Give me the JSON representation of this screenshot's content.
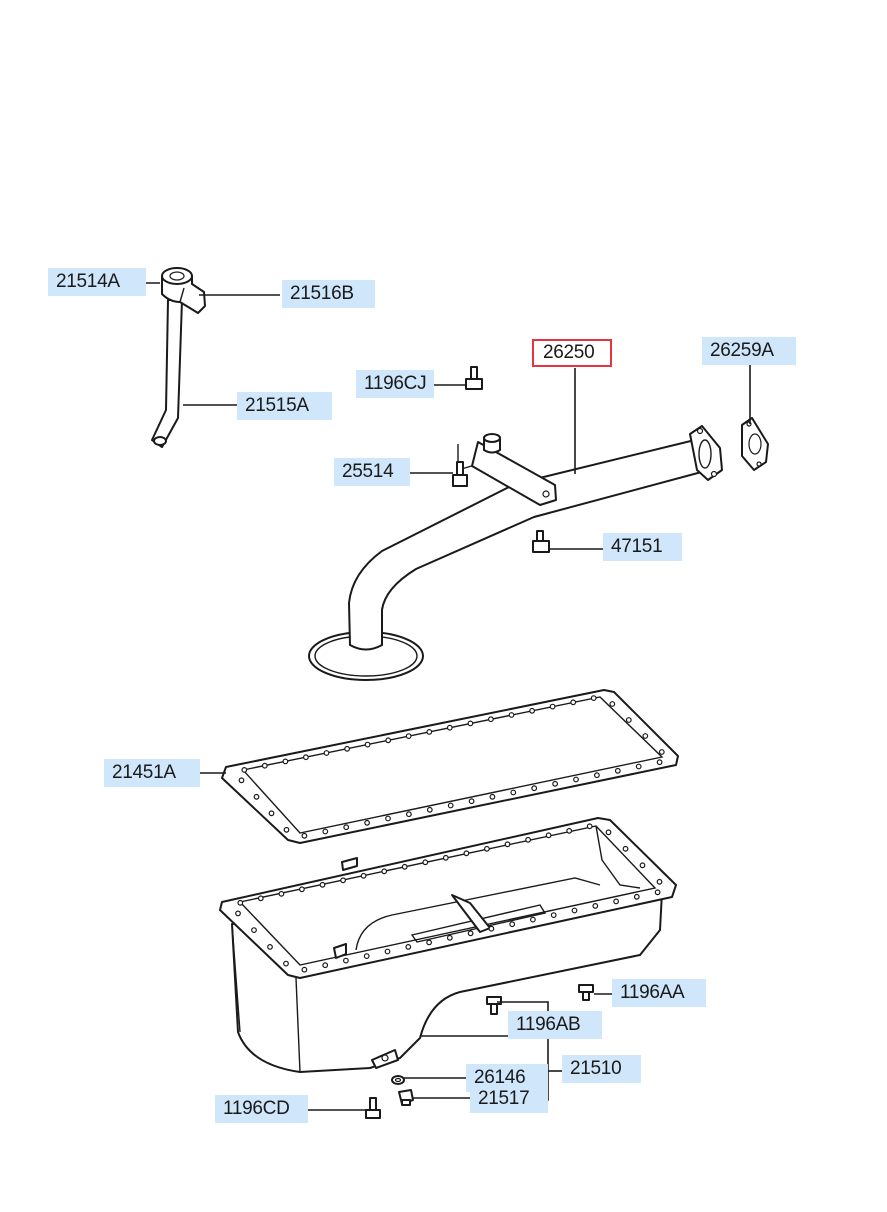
{
  "parts": {
    "p21514A": "21514A",
    "p21516B": "21516B",
    "p21515A": "21515A",
    "p26250": "26250",
    "p26259A": "26259A",
    "p1196CJ": "1196CJ",
    "p25514": "25514",
    "p47151": "47151",
    "p21451A": "21451A",
    "p1196AA": "1196AA",
    "p1196AB": "1196AB",
    "p21510": "21510",
    "p26146": "26146",
    "p21517": "21517",
    "p1196CD": "1196CD"
  },
  "colors": {
    "label_background": "#cfe6fb",
    "highlight_border": "#e53340",
    "line": "#1a1a1a"
  },
  "highlighted_part": "26250"
}
